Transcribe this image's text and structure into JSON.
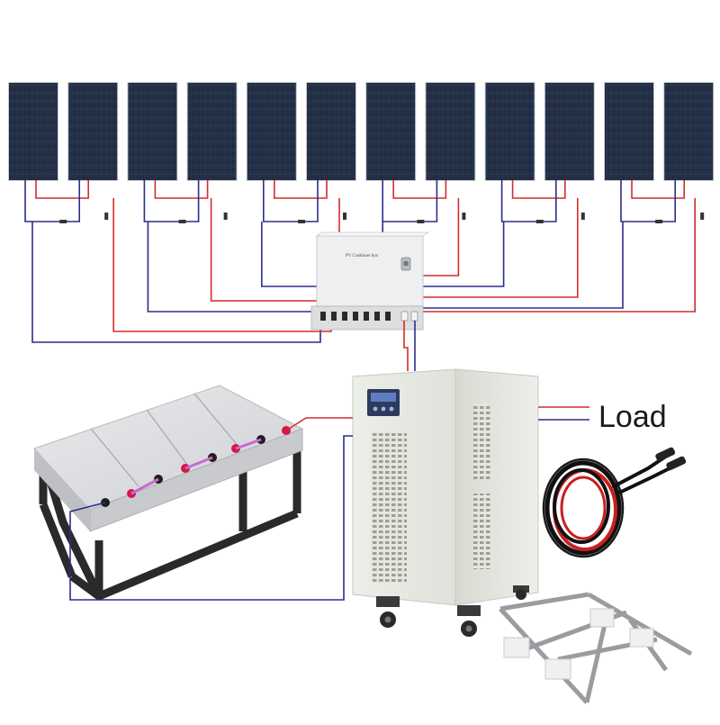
{
  "diagram": {
    "load_label": "Load",
    "combiner_box_label": "PV Combiner box",
    "panel_count": 12,
    "colors": {
      "positive_wire": "#d62b2b",
      "negative_wire": "#2b2f8a",
      "panel_cell": "#1b2436",
      "panel_frame": "#c9ccd1",
      "inverter_body": "#e4e6df",
      "battery_body": "#d9dadc",
      "battery_rack": "#2a2a2a",
      "mount_bracket": "#9a9c9f"
    }
  }
}
